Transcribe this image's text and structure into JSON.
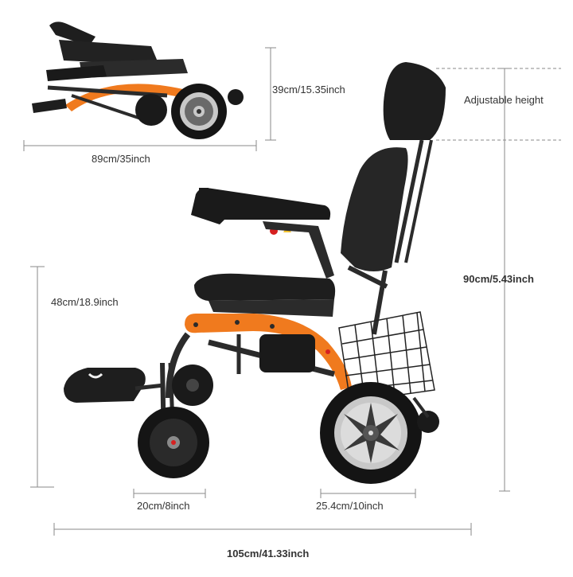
{
  "dimensions": {
    "folded_height": "39cm/15.35inch",
    "folded_length": "89cm/35inch",
    "adjustable_height": "Adjustable height",
    "seat_height": "48cm/18.9inch",
    "total_height": "90cm/5.43inch",
    "front_wheel": "20cm/8inch",
    "rear_wheel": "25.4cm/10inch",
    "total_length": "105cm/41.33inch"
  },
  "colors": {
    "frame_accent": "#f07a1e",
    "frame_dark": "#2b2b2b",
    "seat": "#1e1e1e",
    "line": "#8a8a8a",
    "rim": "#c8c8c8"
  }
}
